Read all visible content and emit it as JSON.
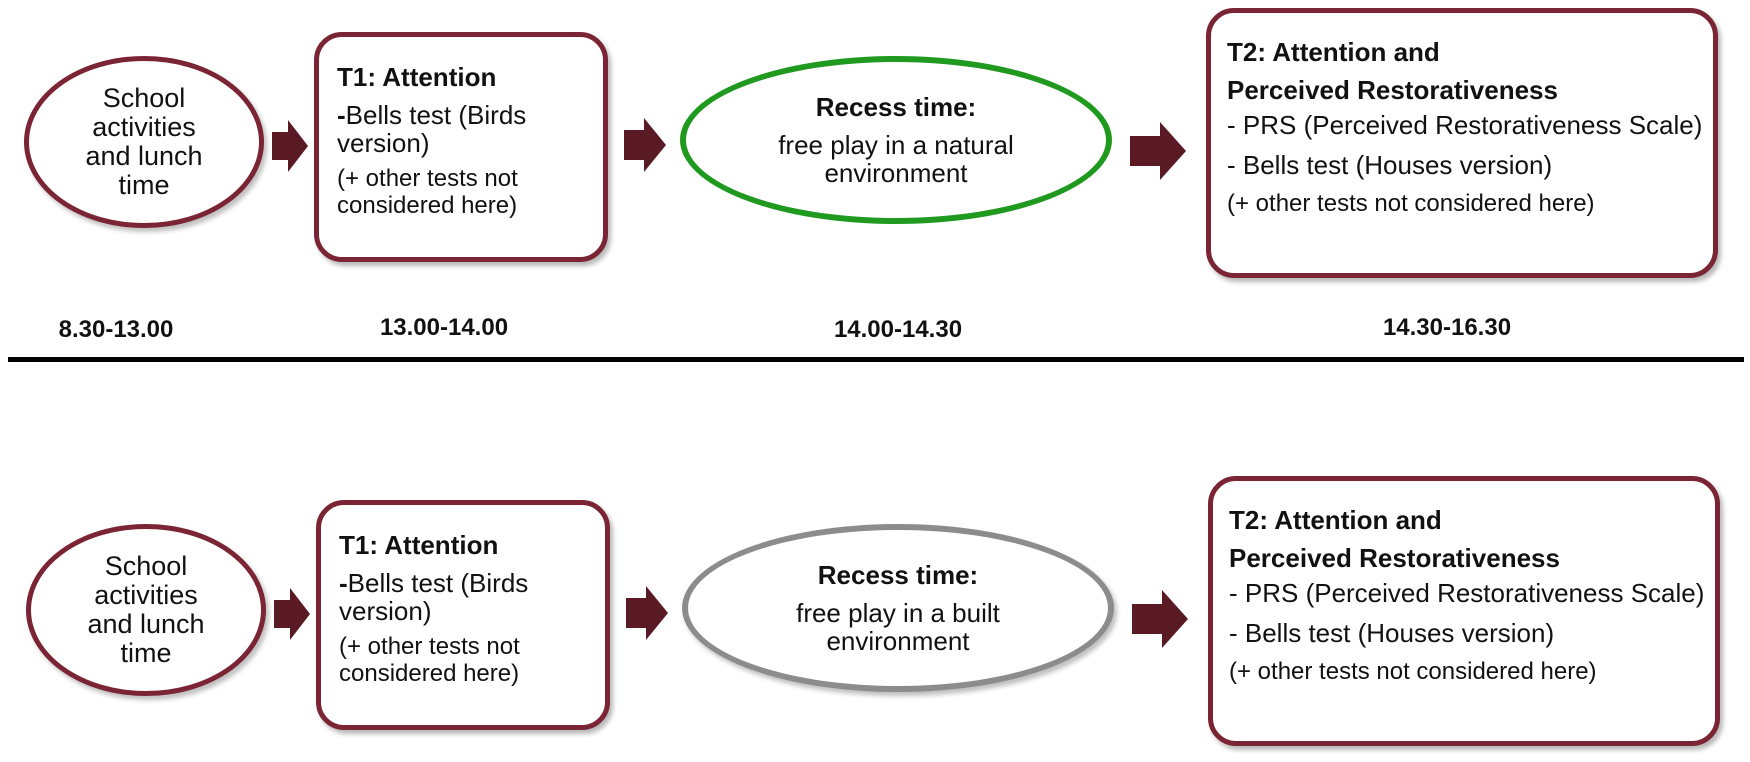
{
  "row1": {
    "start": {
      "text": "School activities and lunch time"
    },
    "t1": {
      "title": "T1: Attention",
      "item_dash": "-",
      "item_rest": "Bells test (Birds version)",
      "note": "(+ other tests not considered here)"
    },
    "recess": {
      "title": "Recess time:",
      "desc": "free play in a natural environment"
    },
    "t2": {
      "title1": "T2: Attention and",
      "title2": "Perceived Restorativeness",
      "item1": "- PRS (Perceived Restorativeness Scale)",
      "item2": "- Bells test (Houses version)",
      "note": "(+ other tests not considered here)"
    }
  },
  "times": [
    "8.30-13.00",
    "13.00-14.00",
    "14.00-14.30",
    "14.30-16.30"
  ],
  "row2": {
    "start": {
      "text": "School activities and lunch time"
    },
    "t1": {
      "title": "T1: Attention",
      "item_dash": "-",
      "item_rest": "Bells test (Birds version)",
      "note": "(+ other tests not considered here)"
    },
    "recess": {
      "title": "Recess time:",
      "desc": "free play in a built environment"
    },
    "t2": {
      "title1": "T2: Attention and",
      "title2": "Perceived Restorativeness",
      "item1": "- PRS (Perceived Restorativeness Scale)",
      "item2": "- Bells test (Houses version)",
      "note": "(+ other tests not considered here)"
    }
  },
  "colors": {
    "maroon": "#7a2434",
    "arrow": "#5a1a24",
    "green": "#1f9a1f",
    "grey": "#8c8c8c"
  }
}
